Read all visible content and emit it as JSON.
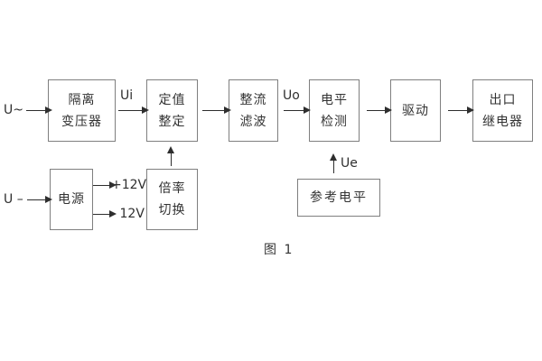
{
  "figure": {
    "caption": "图 1",
    "colors": {
      "background": "#ffffff",
      "box_border": "#7f7f7f",
      "text": "#333333",
      "arrow": "#2e2e2e"
    },
    "blocks": {
      "isolation_transformer": {
        "line1": "隔离",
        "line2": "变压器"
      },
      "value_setting": {
        "line1": "定值",
        "line2": "整定"
      },
      "rectify_filter": {
        "line1": "整流",
        "line2": "滤波"
      },
      "level_detect": {
        "line1": "电平",
        "line2": "检测"
      },
      "drive": {
        "line1": "驱动"
      },
      "output_relay": {
        "line1": "出口",
        "line2": "继电器"
      },
      "power_supply": {
        "line1": "电源"
      },
      "ratio_switch": {
        "line1": "倍率",
        "line2": "切换"
      },
      "reference_level": {
        "line1": "参考电平"
      }
    },
    "signals": {
      "ac_input": "U~",
      "dc_input": "U –",
      "ui": "Ui",
      "uo": "Uo",
      "ue": "Ue",
      "plus_12v": "+12V",
      "minus_12v": "- 12V"
    }
  }
}
